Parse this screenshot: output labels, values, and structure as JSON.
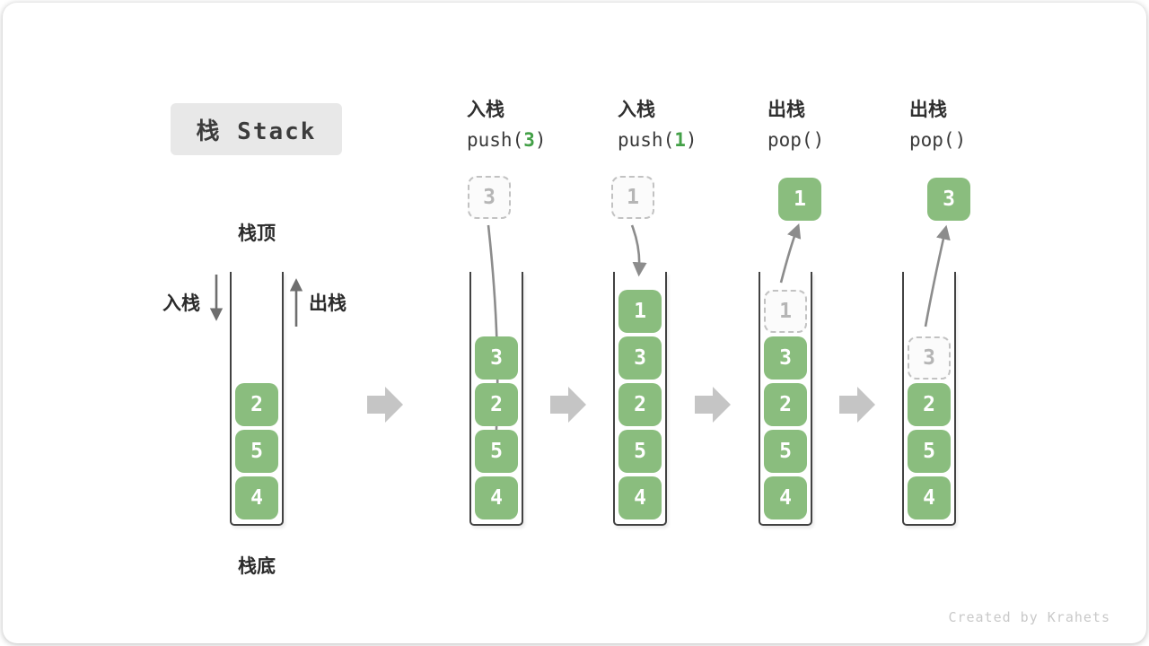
{
  "title": "栈 Stack",
  "watermark": "Created by Krahets",
  "labels": {
    "stack_top": "栈顶",
    "stack_bottom": "栈底",
    "push_side": "入栈",
    "pop_side": "出栈"
  },
  "columns": [
    {
      "op_label": "入栈",
      "code_pre": "push(",
      "code_arg": "3",
      "code_post": ")"
    },
    {
      "op_label": "入栈",
      "code_pre": "push(",
      "code_arg": "1",
      "code_post": ")"
    },
    {
      "op_label": "出栈",
      "code_pre": "pop()",
      "code_arg": "",
      "code_post": ""
    },
    {
      "op_label": "出栈",
      "code_pre": "pop()",
      "code_arg": "",
      "code_post": ""
    }
  ],
  "stacks": [
    {
      "cells": [
        {
          "value": "2",
          "style": "solid"
        },
        {
          "value": "5",
          "style": "solid"
        },
        {
          "value": "4",
          "style": "solid"
        }
      ]
    },
    {
      "floating": {
        "value": "3",
        "style": "dashed"
      },
      "cells": [
        {
          "value": "3",
          "style": "solid"
        },
        {
          "value": "2",
          "style": "solid"
        },
        {
          "value": "5",
          "style": "solid"
        },
        {
          "value": "4",
          "style": "solid"
        }
      ]
    },
    {
      "floating": {
        "value": "1",
        "style": "dashed"
      },
      "cells": [
        {
          "value": "1",
          "style": "solid"
        },
        {
          "value": "3",
          "style": "solid"
        },
        {
          "value": "2",
          "style": "solid"
        },
        {
          "value": "5",
          "style": "solid"
        },
        {
          "value": "4",
          "style": "solid"
        }
      ]
    },
    {
      "floating": {
        "value": "1",
        "style": "solid"
      },
      "cells": [
        {
          "value": "1",
          "style": "dashed"
        },
        {
          "value": "3",
          "style": "solid"
        },
        {
          "value": "2",
          "style": "solid"
        },
        {
          "value": "5",
          "style": "solid"
        },
        {
          "value": "4",
          "style": "solid"
        }
      ]
    },
    {
      "floating": {
        "value": "3",
        "style": "solid"
      },
      "cells": [
        {
          "value": "3",
          "style": "dashed"
        },
        {
          "value": "2",
          "style": "solid"
        },
        {
          "value": "5",
          "style": "solid"
        },
        {
          "value": "4",
          "style": "solid"
        }
      ]
    }
  ],
  "colors": {
    "cell_green": "#8abd7e",
    "code_highlight_green": "#43a047",
    "container_wall": "#424242",
    "dashed_gray": "#c2c2c2",
    "curved_arrow": "#8c8c8c",
    "block_arrow": "#c5c5c5",
    "text_dark": "#2f2f2f",
    "title_bg": "#e8e8e8",
    "watermark_gray": "#c9c9c9"
  }
}
